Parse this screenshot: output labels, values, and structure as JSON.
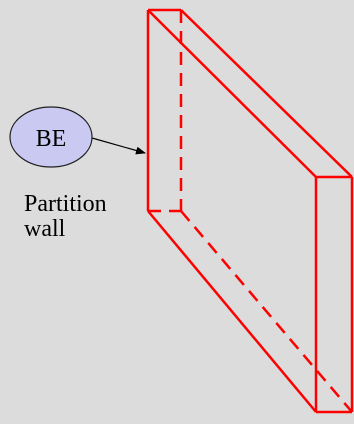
{
  "diagram": {
    "badge_label": "BE",
    "caption_line1": "Partition",
    "caption_line2": "wall"
  },
  "colors": {
    "background": "#dcdcdc",
    "wall_edge": "#ff0000",
    "badge_fill": "#c9c9f2",
    "badge_border": "#1f1f1f",
    "text": "#000000"
  },
  "icons": {
    "badge": "ellipse-badge",
    "pointer": "arrow-icon"
  }
}
